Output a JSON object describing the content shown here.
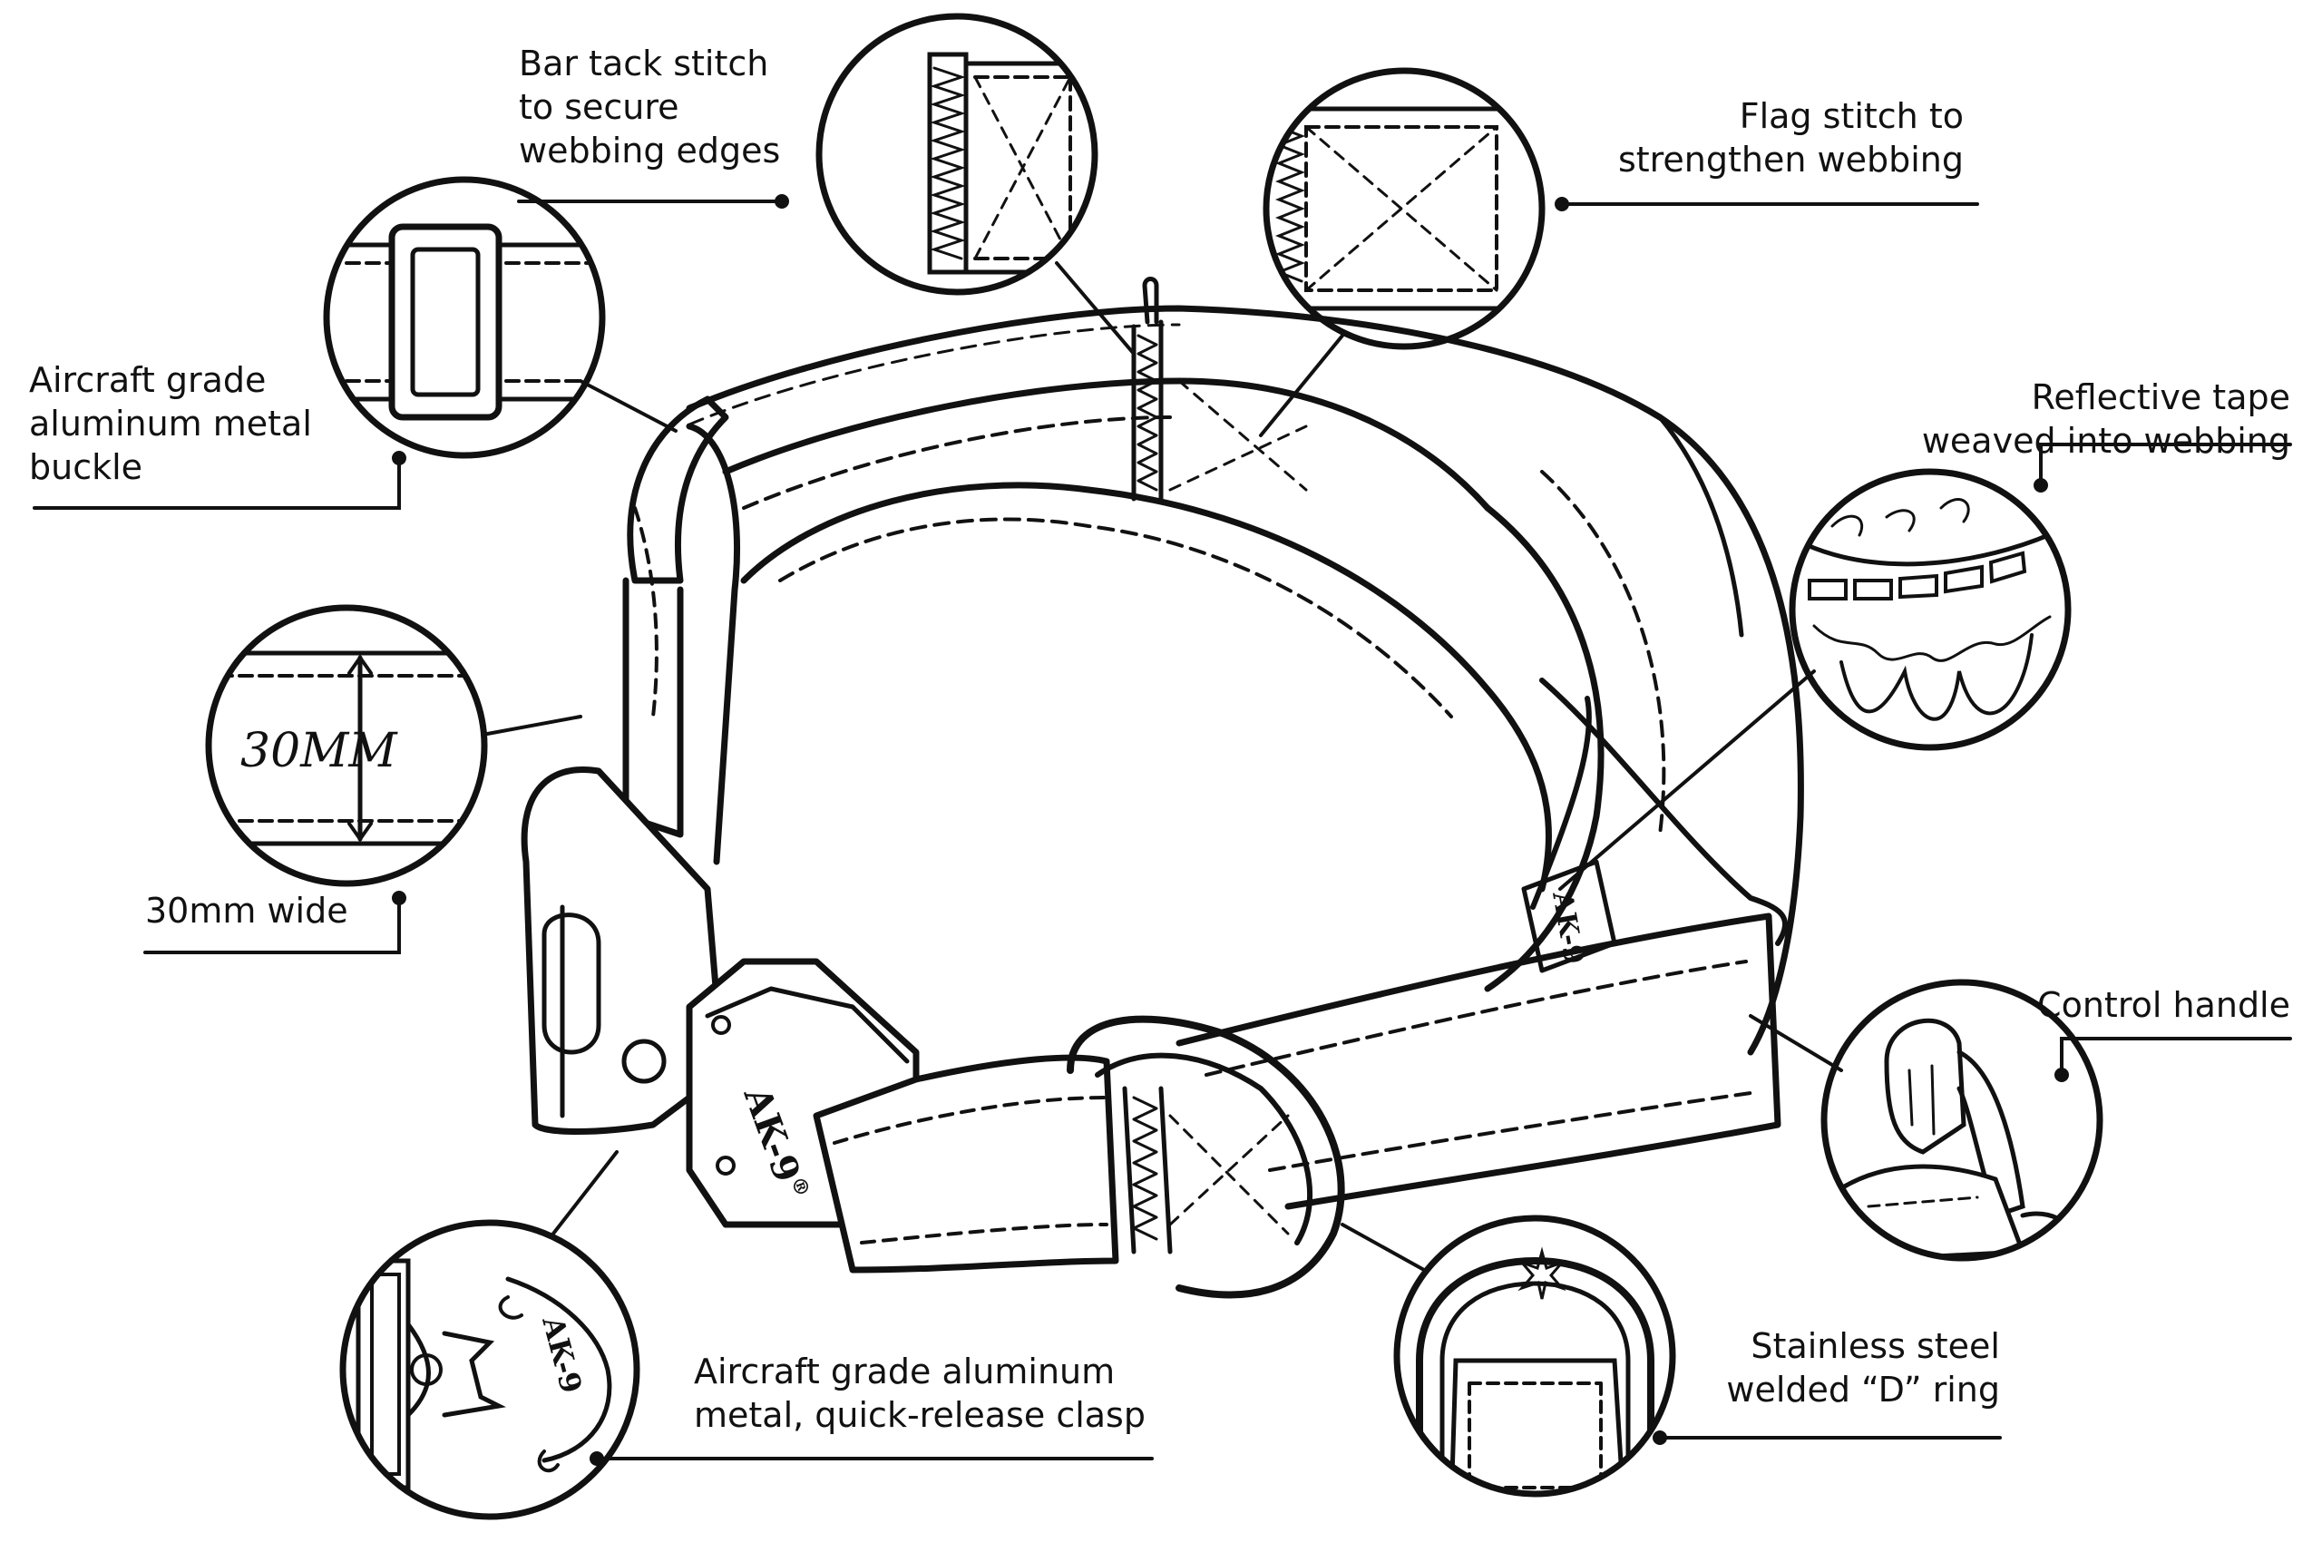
{
  "callouts": {
    "bar_tack": "Bar tack stitch\nto secure\nwebbing edges",
    "flag_stitch": "Flag stitch to\nstrengthen webbing",
    "buckle": "Aircraft grade\naluminum metal\nbuckle",
    "reflective": "Reflective tape\nweaved into webbing",
    "width": "30mm wide",
    "handle": "Control handle",
    "clasp": "Aircraft grade aluminum\nmetal, quick-release clasp",
    "d_ring": "Stainless steel\nwelded “D” ring"
  },
  "width_detail_mark": "30MM",
  "brand_mark": "AK-9",
  "brand_mark_registered": "®",
  "colors": {
    "ink": "#111111",
    "paper": "#ffffff"
  }
}
